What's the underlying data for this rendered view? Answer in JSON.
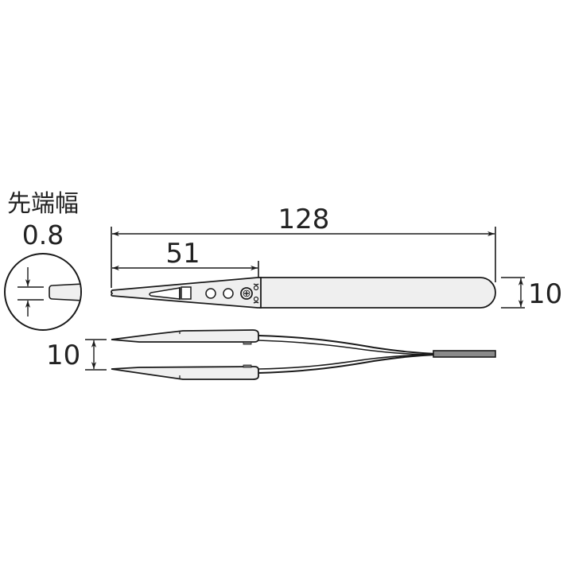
{
  "diagram": {
    "type": "technical-dimension-drawing",
    "subject": "tweezers",
    "colors": {
      "line": "#1a1a1a",
      "fill": "#efefef",
      "background": "#ffffff"
    },
    "tip_detail": {
      "label": "先端幅",
      "value": "0.8"
    },
    "dimensions": {
      "overall_length": "128",
      "tip_section_length": "51",
      "body_thickness": "10",
      "tip_opening": "10"
    }
  }
}
